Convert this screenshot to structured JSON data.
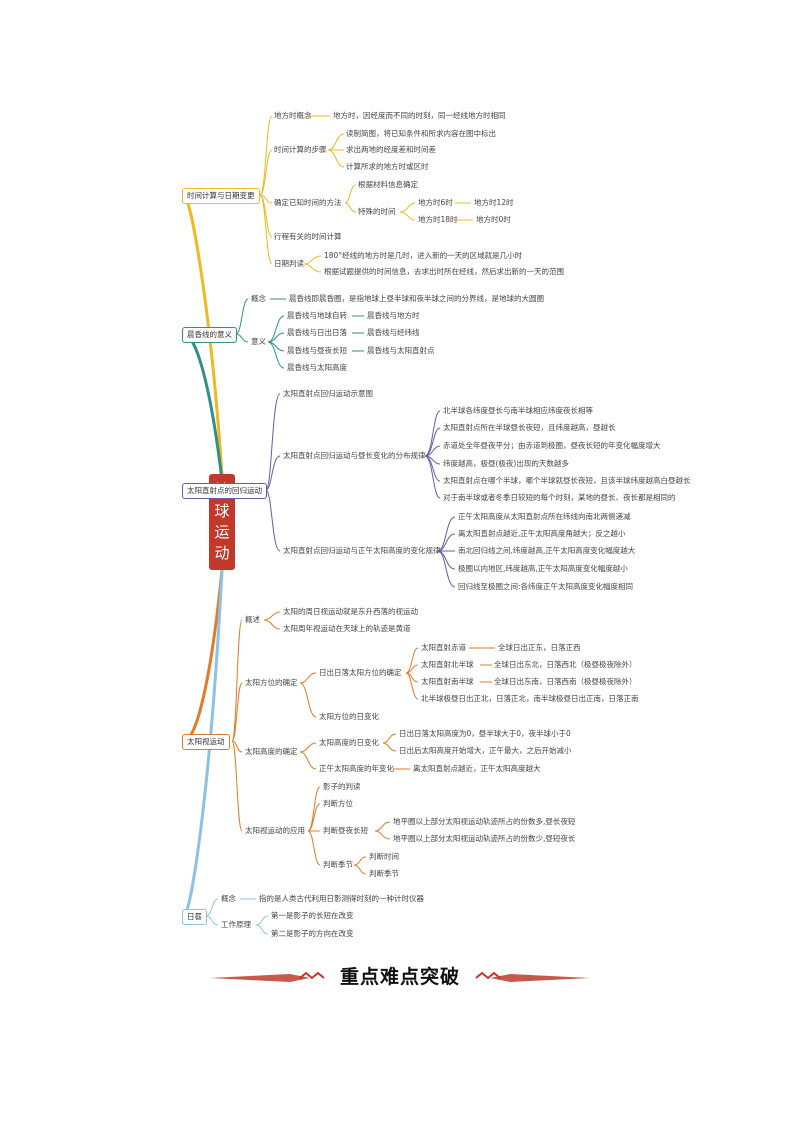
{
  "root": {
    "chars": [
      "地",
      "球",
      "运",
      "动"
    ]
  },
  "colors": {
    "root": "#c0392b",
    "yellow": "#f1b81f",
    "teal": "#2f8f8b",
    "purple": "#6a5aa8",
    "orange": "#e07b2a",
    "blue": "#8ec1e6",
    "banner": "#c0392b"
  },
  "time": {
    "title": "时间计算与日期变更",
    "local_time": "地方时概念",
    "local_time_desc": "地方时，因经度而不同的时刻，同一经线地方时相同",
    "steps": "时间计算的步骤",
    "step1": "读制简图，将已知条件和所求内容在图中标出",
    "step2": "求出两地的经度差和时间差",
    "step3": "计算所求的地方时或区时",
    "confirm": "确定已知时间的方法",
    "confirm1": "根据材料信息确定",
    "special": "特殊的时间",
    "sp1": "地方时6时",
    "sp1b": "地方时12时",
    "sp2": "地方时18时",
    "sp2b": "地方时0时",
    "travel": "行程有关的时间计算",
    "date": "日期判读",
    "date1": "180°经线的地方时是几时，进入新的一天的区域就是几小时",
    "date2": "根据试题提供的时间信息，去求出时所在经线，然后求出新的一天的范围"
  },
  "terminator": {
    "title": "晨昏线的意义",
    "concept": "概念",
    "concept_desc": "晨昏线即晨昏圈，是指地球上昼半球和夜半球之间的分界线，是地球的大圆圈",
    "meaning": "意义",
    "m1": "晨昏线与地球自转",
    "m1b": "晨昏线与地方时",
    "m2": "晨昏线与日出日落",
    "m2b": "晨昏线与经纬线",
    "m3": "晨昏线与昼夜长短",
    "m3b": "晨昏线与太阳直射点",
    "m4": "晨昏线与太阳高度"
  },
  "subsolar": {
    "title": "太阳直射点的回归运动",
    "n1": "太阳直射点回归运动示意图",
    "n2": "太阳直射点回归运动与昼长变化的分布规律",
    "n2a": "北半球各纬度昼长与南半球相应纬度夜长相等",
    "n2b": "太阳直射点所在半球昼长夜短，且纬度越高，昼越长",
    "n2c": "赤道处全年昼夜平分；由赤道到极圈，昼夜长短的年变化幅度增大",
    "n2d": "纬度越高，极昼(极夜)出现的天数越多",
    "n2e": "太阳直射点在哪个半球，哪个半球就昼长夜短，且该半球纬度越高白昼越长",
    "n2f": "对于南半球或者冬季日较短的每个时刻，某地的昼长、夜长都是相同的",
    "n3": "太阳直射点回归运动与正午太阳高度的变化规律",
    "n3a": "正午太阳高度从太阳直射点所在纬线向南北两侧递减",
    "n3b": "离太阳直射点越近,正午太阳高度角越大；反之越小",
    "n3c": "南北回归线之间,纬度越高,正午太阳高度变化幅度越大",
    "n3d": "极圈以内地区,纬度越高,正午太阳高度变化幅度越小",
    "n3e": "回归线至极圈之间:各纬度正午太阳高度变化幅度相同"
  },
  "apparent": {
    "title": "太阳视运动",
    "overview": "概述",
    "ov1": "太阳的周日视运动就是东升西落的视运动",
    "ov2": "太阳周年视运动在天球上的轨迹是黄道",
    "azimuth": "太阳方位的确定",
    "az1": "日出日落太阳方位的确定",
    "az1a": "太阳直射赤道",
    "az1a2": "全球日出正东，日落正西",
    "az1b": "太阳直射北半球",
    "az1b2": "全球日出东北，日落西北（极昼极夜除外）",
    "az1c": "太阳直射南半球",
    "az1c2": "全球日出东南，日落西南（极昼极夜除外）",
    "az1d": "北半球极昼日出正北，日落正北，南半球极昼日出正南，日落正南",
    "az2": "太阳方位的日变化",
    "height": "太阳高度的确定",
    "h1": "太阳高度的日变化",
    "h1a": "日出日落太阳高度为0，昼半球大于0，夜半球小于0",
    "h1b": "日出后太阳高度开始增大，正午最大，之后开始减小",
    "h2": "正午太阳高度的年变化",
    "h2a": "离太阳直射点越近，正午太阳高度越大",
    "apply": "太阳视运动的应用",
    "ap1": "影子的判读",
    "ap2": "判断方位",
    "ap3": "判断昼夜长短",
    "ap3a": "地平圈以上部分太阳视运动轨迹所占的份数多,昼长夜短",
    "ap3b": "地平圈以上部分太阳视运动轨迹所占的份数少,昼短夜长",
    "ap4": "判断季节",
    "ap4a": "判断时间",
    "ap4b": "判断季节"
  },
  "sundial": {
    "title": "日晷",
    "concept": "概念",
    "concept_desc": "指的是人类古代利用日影测得时刻的一种计时仪器",
    "principle": "工作原理",
    "p1": "第一是影子的长短在改变",
    "p2": "第二是影子的方向在改变"
  },
  "banner": {
    "title": "重点难点突破"
  }
}
